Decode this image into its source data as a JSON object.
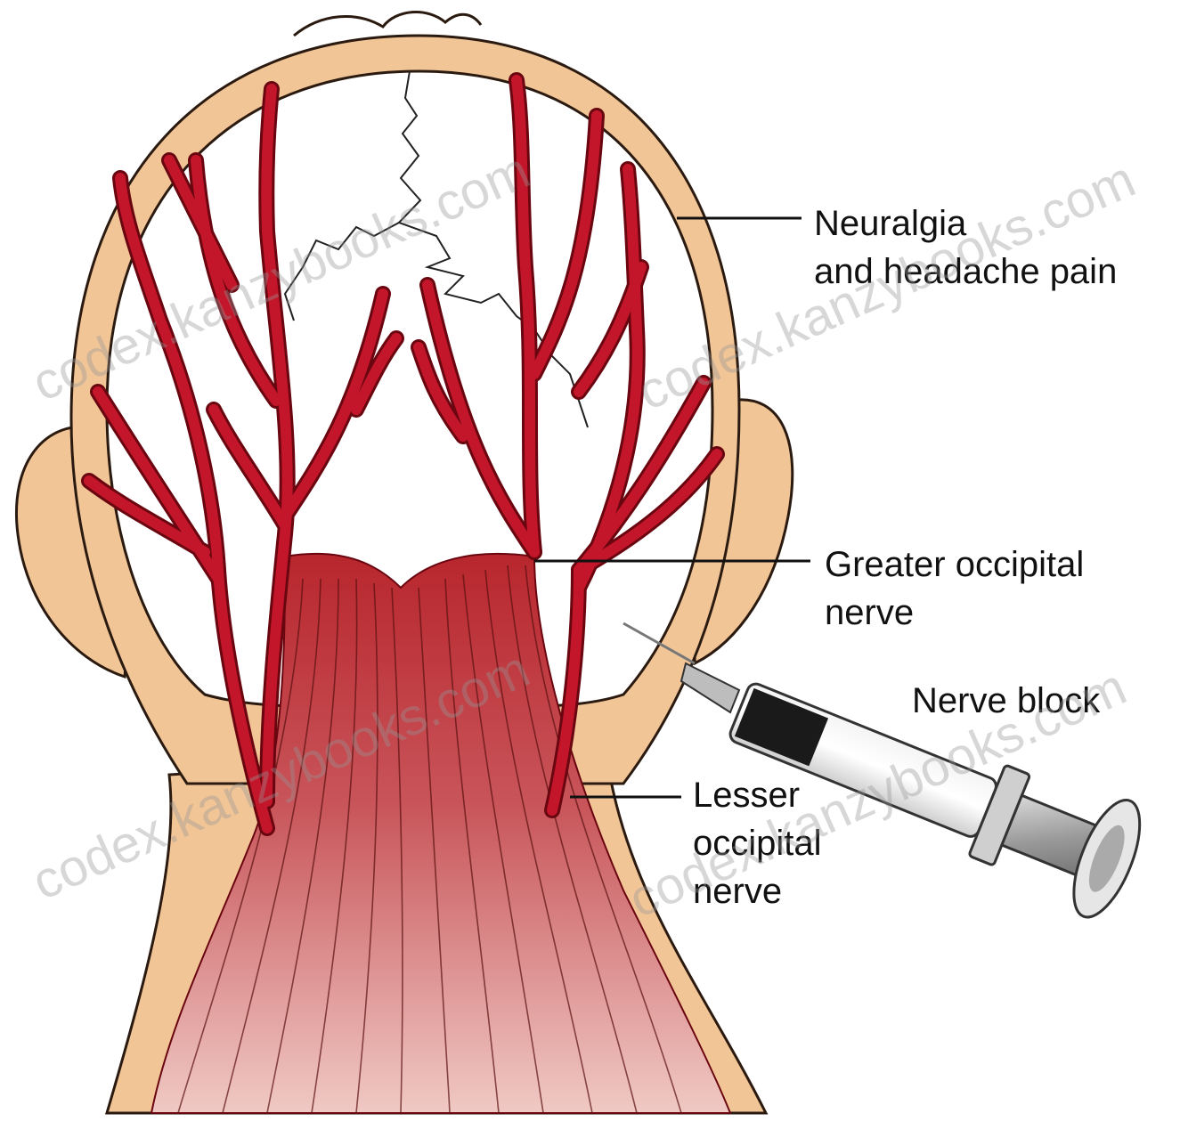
{
  "labels": {
    "neuralgia": [
      "Neuralgia",
      "and headache pain"
    ],
    "greater": [
      "Greater occipital",
      "nerve"
    ],
    "nerve_block": "Nerve block",
    "lesser": [
      "Lesser",
      "occipital",
      "nerve"
    ]
  },
  "watermarks": [
    "codex.kanzybooks.com",
    "codex.kanzybooks.com",
    "codex.kanzybooks.com",
    "codex.kanzybooks.com"
  ],
  "colors": {
    "skin": "#f2c597",
    "skin_outline": "#2a1a10",
    "nerve": "#c4162a",
    "nerve_outline": "#6a0610",
    "muscle": "#c4474a",
    "hair": "#d9a86a"
  }
}
